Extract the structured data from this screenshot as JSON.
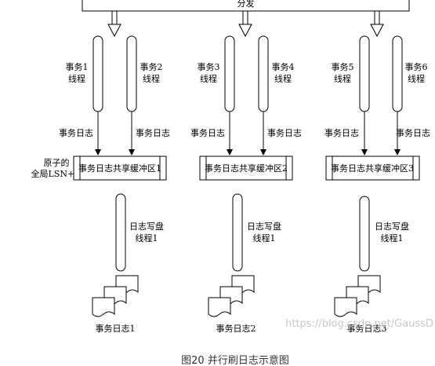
{
  "dispatch": {
    "label": "分发"
  },
  "groups": [
    {
      "threads": [
        {
          "label": [
            "事务1",
            "线程"
          ],
          "log_label": "事务日志"
        },
        {
          "label": [
            "事务2",
            "线程"
          ],
          "log_label": "事务日志"
        }
      ],
      "buffer": "事务日志共享缓冲区1",
      "writer": [
        "日志写盘",
        "线程1"
      ],
      "file": "事务日志1"
    },
    {
      "threads": [
        {
          "label": [
            "事务3",
            "线程"
          ],
          "log_label": "事务日志"
        },
        {
          "label": [
            "事务4",
            "线程"
          ],
          "log_label": "事务日志"
        }
      ],
      "buffer": "事务日志共享缓冲区2",
      "writer": [
        "日志写盘",
        "线程1"
      ],
      "file": "事务日志2"
    },
    {
      "threads": [
        {
          "label": [
            "事务5",
            "线程"
          ],
          "log_label": "事务日志"
        },
        {
          "label": [
            "事务6",
            "线程"
          ],
          "log_label": "事务日志"
        }
      ],
      "buffer": "事务日志共享缓冲区3",
      "writer": [
        "日志写盘",
        "线程1"
      ],
      "file": "事务日志3"
    }
  ],
  "lsn_label": [
    "原子的",
    "全局LSN++"
  ],
  "caption": "图20 并行刷日志示意图",
  "watermark": "https://blog.csdn.net/GaussD"
}
